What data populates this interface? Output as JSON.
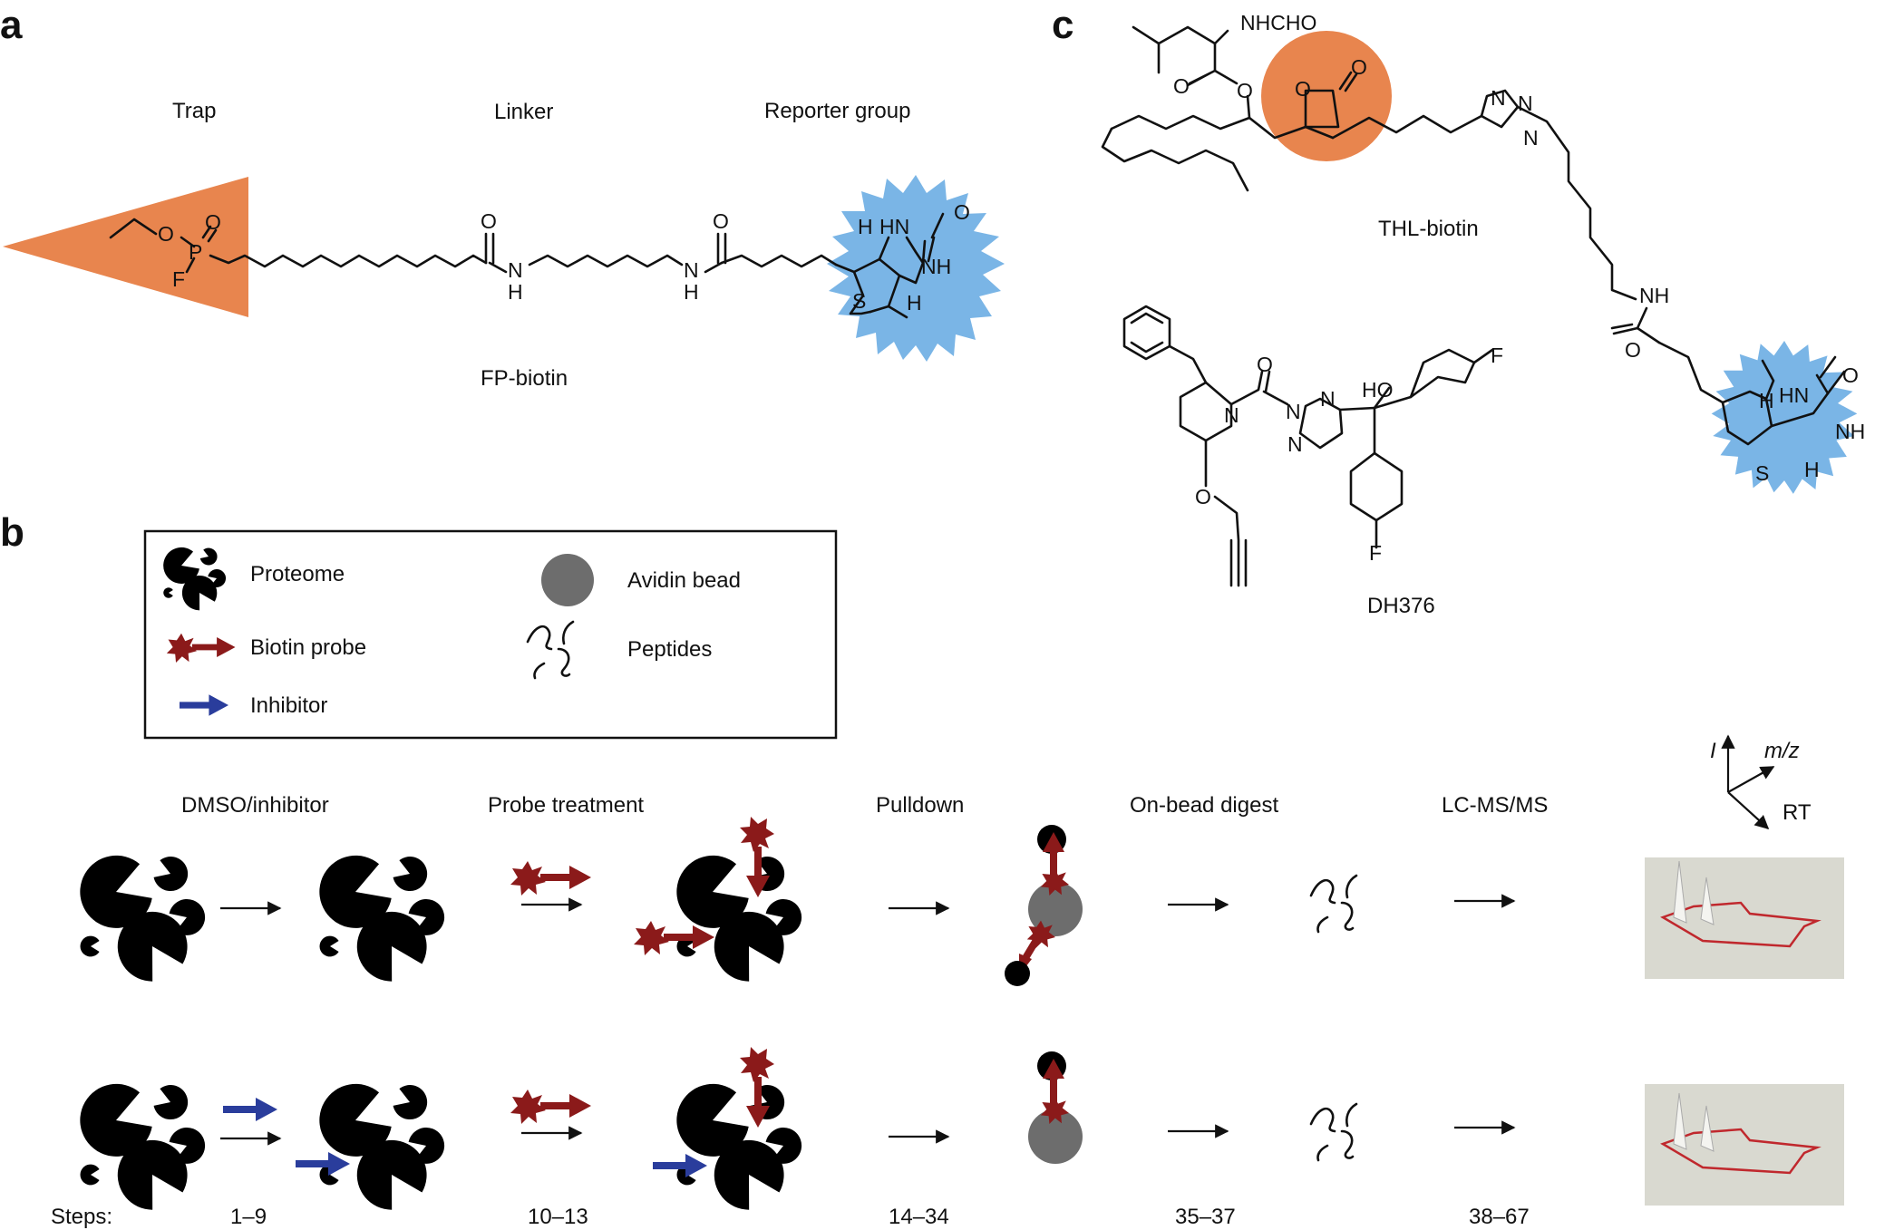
{
  "panels": {
    "a": "a",
    "b": "b",
    "c": "c"
  },
  "panel_a": {
    "headings": {
      "trap": "Trap",
      "linker": "Linker",
      "reporter": "Reporter group"
    },
    "compound_name": "FP-biotin",
    "atoms": {
      "o1": "O",
      "o2": "O",
      "p": "P",
      "f": "F",
      "o_amide1": "O",
      "n1": "N",
      "h1": "H",
      "o_amide2": "O",
      "n2": "N",
      "h2": "H",
      "hn": "HN",
      "o_urea": "O",
      "nh": "NH",
      "h_top": "H",
      "h_bot": "H",
      "s": "S"
    },
    "colors": {
      "trap": "#e8854e",
      "reporter": "#7ab5e6"
    }
  },
  "panel_c": {
    "compound1_name": "THL-biotin",
    "compound2_name": "DH376",
    "atoms": {
      "nhcho": "NHCHO",
      "o_ester1": "O",
      "o_ester2": "O",
      "o_lac1": "O",
      "o_lac2": "O",
      "n1": "N",
      "n2": "N",
      "n3": "N",
      "nh_amide": "NH",
      "o_amide": "O",
      "hn": "HN",
      "o_urea": "O",
      "nh": "NH",
      "h_top": "H",
      "h_bot": "H",
      "s": "S",
      "o_carb": "O",
      "n_pip": "N",
      "n_t1": "N",
      "n_t2": "N",
      "n_t3": "N",
      "ho": "HO",
      "f1": "F",
      "f2": "F",
      "o_ether": "O"
    },
    "colors": {
      "lactone": "#e8854e",
      "reporter": "#7ab5e6"
    }
  },
  "legend": {
    "proteome": "Proteome",
    "biotin_probe": "Biotin probe",
    "inhibitor": "Inhibitor",
    "avidin_bead": "Avidin bead",
    "peptides": "Peptides"
  },
  "workflow": {
    "stages": [
      "DMSO/inhibitor",
      "Probe treatment",
      "Pulldown",
      "On-bead digest",
      "LC-MS/MS"
    ],
    "steps_label": "Steps:",
    "steps": [
      "1–9",
      "10–13",
      "14–34",
      "35–37",
      "38–67"
    ],
    "axes": {
      "intensity": "I",
      "mz": "m/z",
      "rt": "RT"
    }
  },
  "colors": {
    "probe": "#8b1a1a",
    "inhibitor": "#2a3d9c",
    "bead": "#6d6d6d",
    "ms_trace": "#c0282d",
    "ms_bg": "#d9d9d0"
  }
}
